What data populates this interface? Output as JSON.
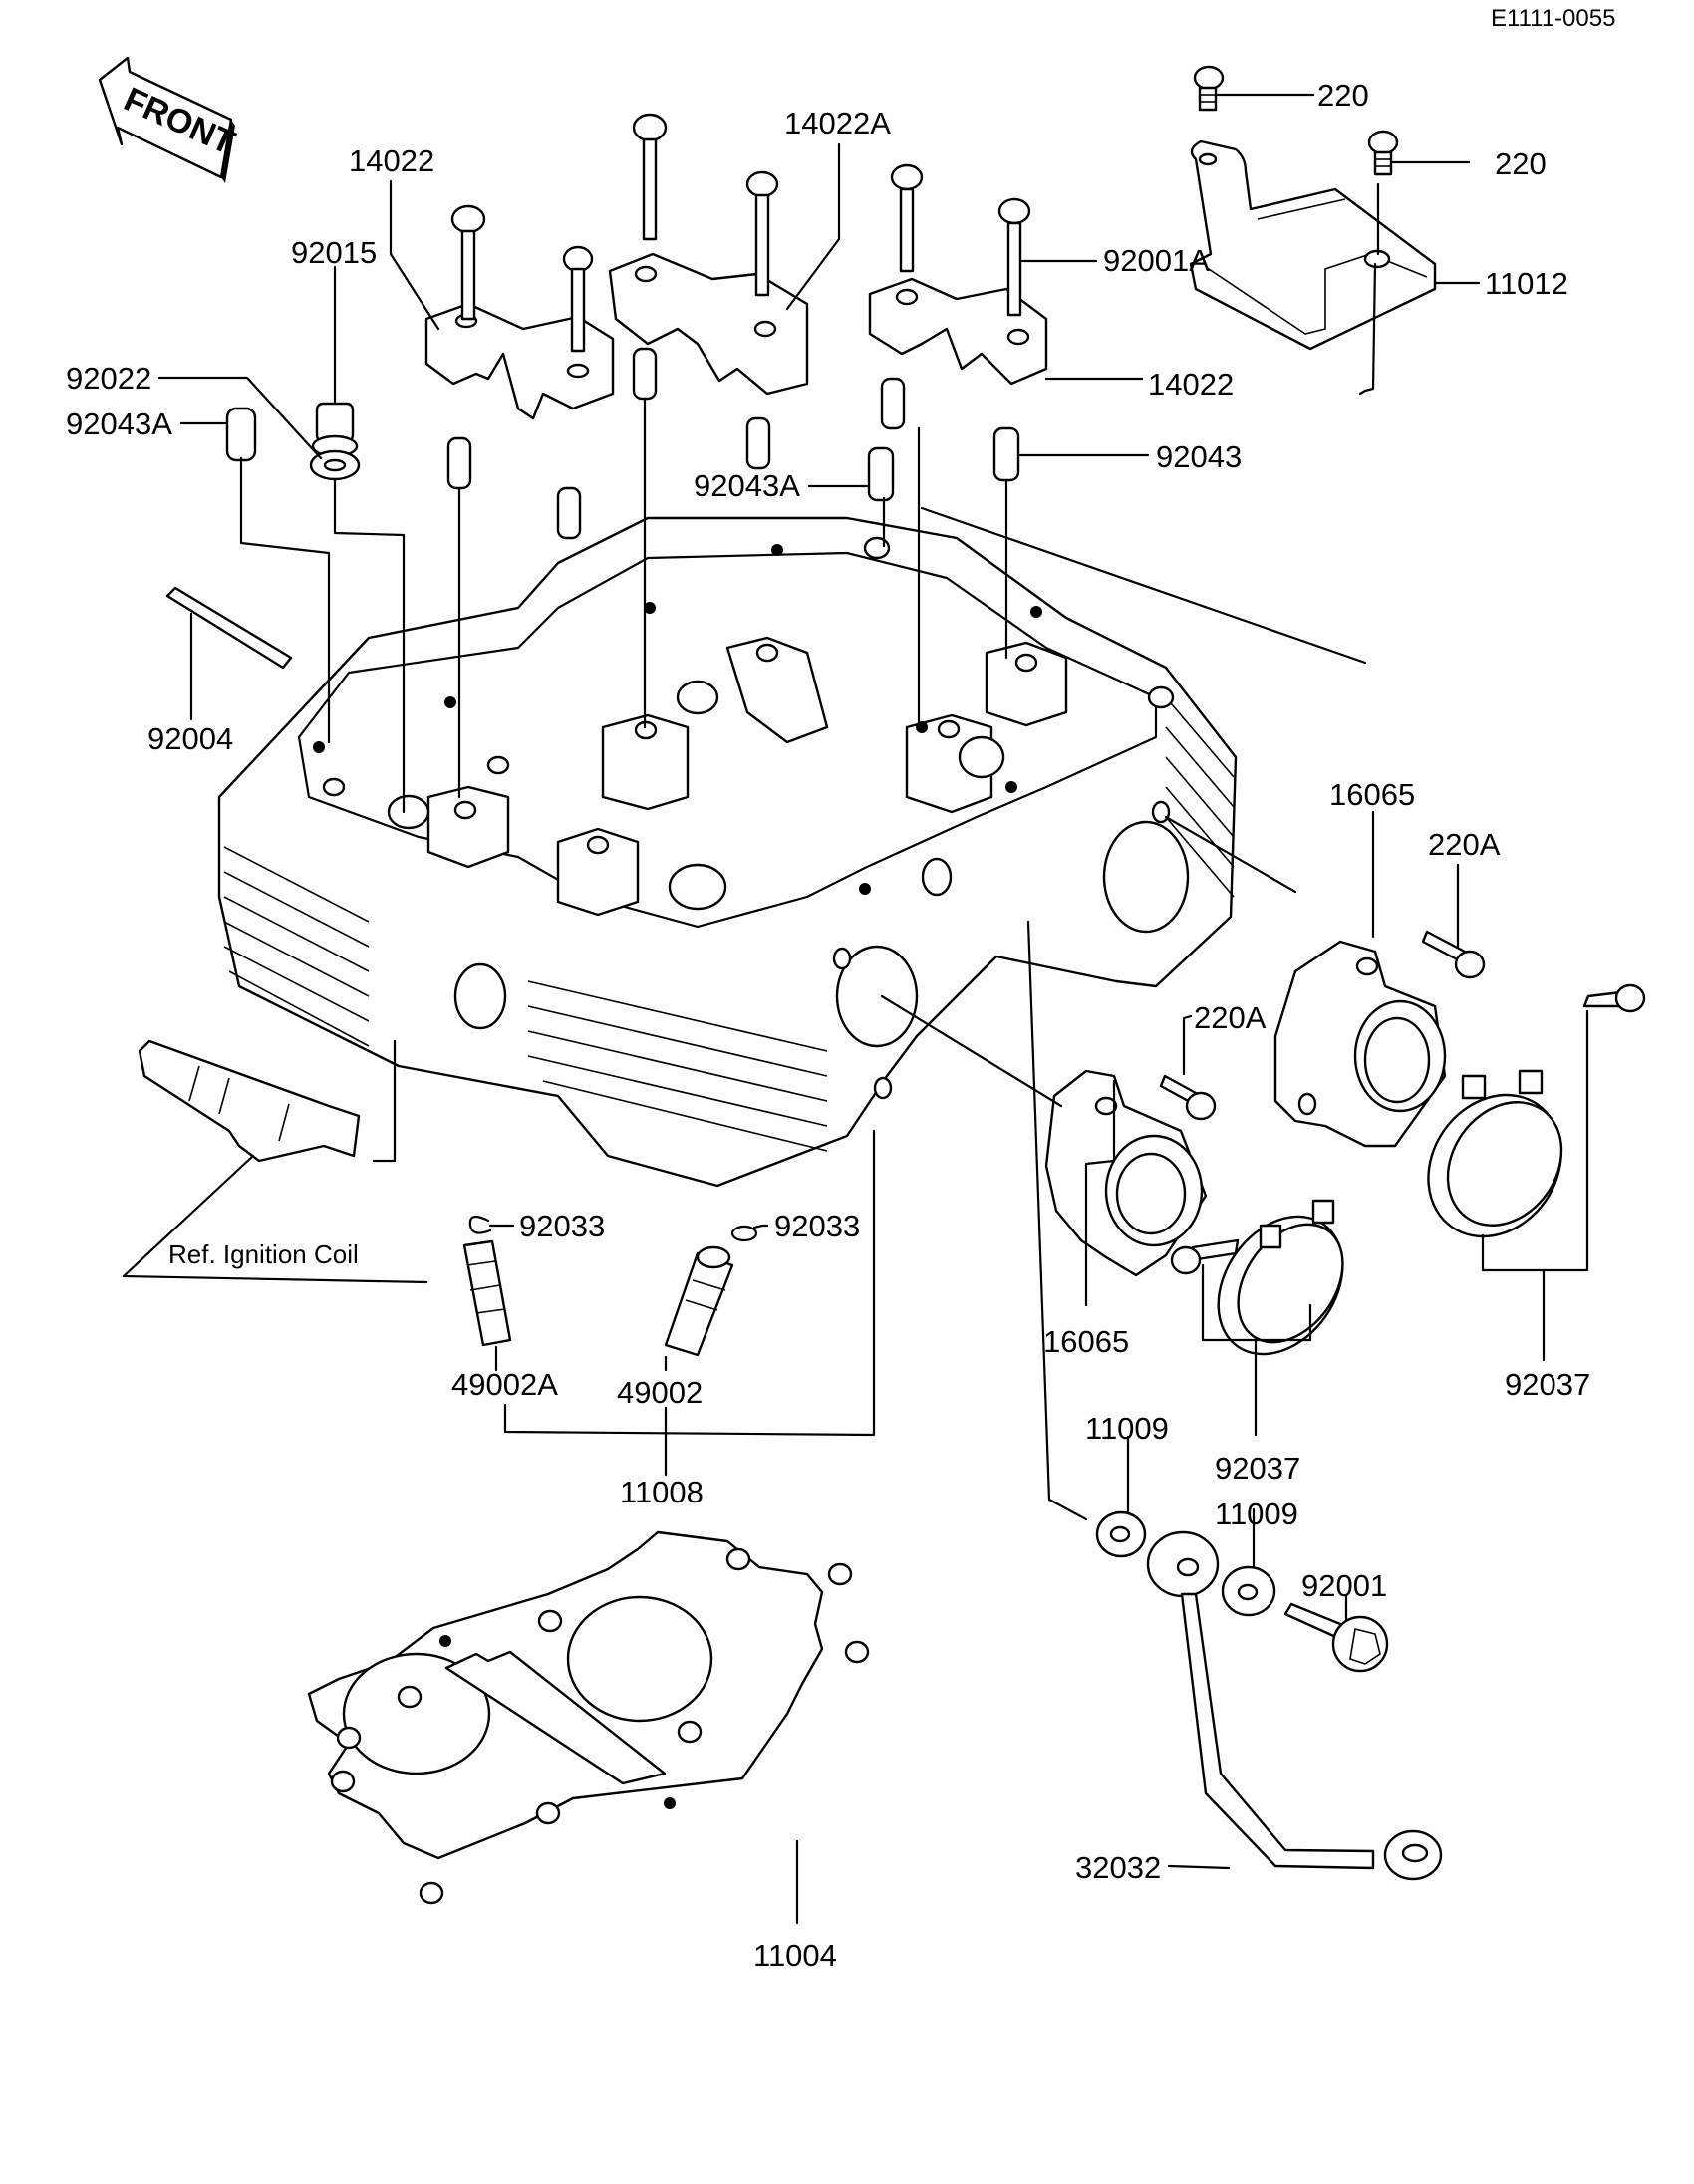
{
  "diagram": {
    "code": "E1111-0055",
    "front_marker": "FRONT",
    "reference_note": "Ref.  Ignition Coil",
    "parts": {
      "screw_220_a": "220",
      "screw_220_b": "220",
      "cover_11012": "11012",
      "cap_14022a": "14022A",
      "cap_14022_left": "14022",
      "cap_14022_right": "14022",
      "nut_92015": "92015",
      "bolt_92001a": "92001A",
      "washer_92022": "92022",
      "pin_92043a_left": "92043A",
      "pin_92043a_center": "92043A",
      "pin_92043": "92043",
      "stud_92004": "92004",
      "holder_16065_right": "16065",
      "holder_16065_lower": "16065",
      "screw_220a_right": "220A",
      "screw_220a_left": "220A",
      "clamp_92037_right": "92037",
      "clamp_92037_lower": "92037",
      "ring_92033_left": "92033",
      "ring_92033_right": "92033",
      "guide_49002a": "49002A",
      "guide_49002": "49002",
      "head_11008": "11008",
      "gasket_11009_a": "11009",
      "gasket_11009_b": "11009",
      "bolt_92001": "92001",
      "pipe_32032": "32032",
      "gasket_11004": "11004"
    }
  }
}
